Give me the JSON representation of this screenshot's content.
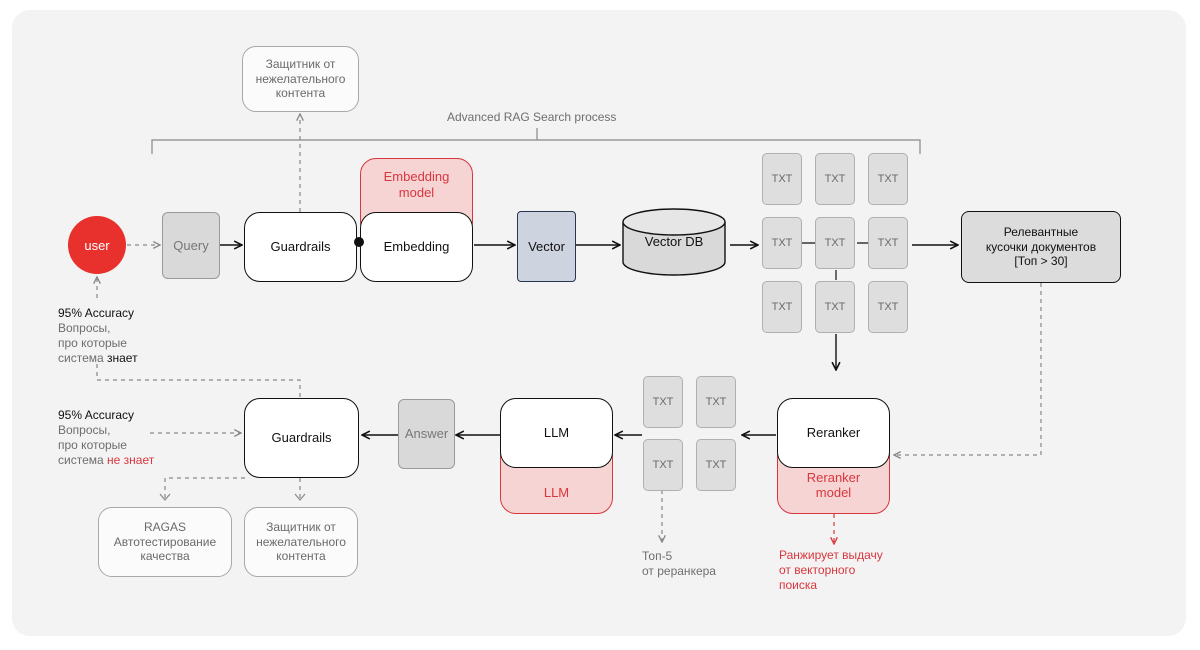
{
  "diagram": {
    "process_title": "Advanced RAG Search process",
    "user": "user",
    "query": "Query",
    "guardrails_top": "Guardrails",
    "embedding": "Embedding",
    "embedding_model": "Embedding\nmodel",
    "vector": "Vector",
    "vector_db": "Vector DB",
    "txt": "TXT",
    "relevant": "Релевантные\nкусочки документов\n[Топ > 30]",
    "reranker": "Reranker",
    "reranker_model": "Reranker\nmodel",
    "rerank_note": "Ранжирует выдачу\nот векторного\nпоиска",
    "top5_note": "Топ-5\nот реранкера",
    "llm": "LLM",
    "llm_model": "LLM",
    "answer": "Answer",
    "guardrails_bottom": "Guardrails",
    "protector": "Защитник от\nнежелательного\nконтента",
    "ragas": "RAGAS\nАвтотестирование\nкачества",
    "known_accuracy": "95% Accuracy",
    "known_text_1": "Вопросы,\nпро которые\nсистема ",
    "known_text_2": "знает",
    "unknown_accuracy": "95% Accuracy",
    "unknown_text_1": "Вопросы,\nпро которые\nсистема ",
    "unknown_text_2": "не знает"
  },
  "colors": {
    "accent_red": "#e8302d",
    "vector_fill": "#cdd3df",
    "panel": "#f3f3f3"
  }
}
